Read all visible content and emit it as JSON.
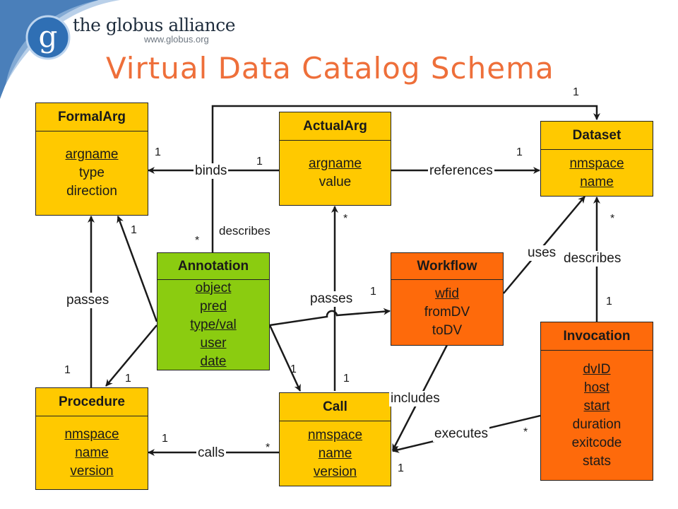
{
  "header": {
    "logo_name": "the globus alliance",
    "logo_url": "www.globus.org",
    "logo_glyph": "g",
    "title": "Virtual Data Catalog Schema"
  },
  "colors": {
    "class_yellow": "#ffc900",
    "class_green": "#8bcc10",
    "class_orange": "#fe6a0b",
    "title_orange": "#ee6f3a",
    "header_swoosh": "#4a7fba"
  },
  "classes": {
    "formalarg": {
      "name": "FormalArg",
      "attrs": [
        {
          "text": "argname",
          "key": true
        },
        {
          "text": "type",
          "key": false
        },
        {
          "text": "direction",
          "key": false
        }
      ]
    },
    "actualarg": {
      "name": "ActualArg",
      "attrs": [
        {
          "text": "argname",
          "key": true
        },
        {
          "text": "value",
          "key": false
        }
      ]
    },
    "dataset": {
      "name": "Dataset",
      "attrs": [
        {
          "text": "nmspace",
          "key": true
        },
        {
          "text": "name",
          "key": true
        }
      ]
    },
    "annotation": {
      "name": "Annotation",
      "attrs": [
        {
          "text": "object",
          "key": true
        },
        {
          "text": "pred",
          "key": true
        },
        {
          "text": "type/val",
          "key": true
        },
        {
          "text": "user",
          "key": true
        },
        {
          "text": "date",
          "key": true
        }
      ]
    },
    "workflow": {
      "name": "Workflow",
      "attrs": [
        {
          "text": "wfid",
          "key": true
        },
        {
          "text": "fromDV",
          "key": false
        },
        {
          "text": "toDV",
          "key": false
        }
      ]
    },
    "invocation": {
      "name": "Invocation",
      "attrs": [
        {
          "text": "dvID",
          "key": true
        },
        {
          "text": "host",
          "key": true
        },
        {
          "text": "start",
          "key": true
        },
        {
          "text": "duration",
          "key": false
        },
        {
          "text": "exitcode",
          "key": false
        },
        {
          "text": "stats",
          "key": false
        }
      ]
    },
    "procedure": {
      "name": "Procedure",
      "attrs": [
        {
          "text": "nmspace",
          "key": true
        },
        {
          "text": "name",
          "key": true
        },
        {
          "text": "version",
          "key": true
        }
      ]
    },
    "call": {
      "name": "Call",
      "attrs": [
        {
          "text": "nmspace",
          "key": true
        },
        {
          "text": "name",
          "key": true
        },
        {
          "text": "version",
          "key": true
        }
      ]
    }
  },
  "labels": {
    "binds": "binds",
    "references": "references",
    "describes_top": "describes",
    "passes_left": "passes",
    "passes_mid": "passes",
    "uses": "uses",
    "describes_right": "describes",
    "includes": "includes",
    "executes": "executes",
    "calls": "calls"
  },
  "multiplicities": {
    "m_dataset_top": "1",
    "m_formal_binds": "1",
    "m_actual_binds": "1",
    "m_dataset_ref": "1",
    "m_annotation_star": "*",
    "m_actual_star": "*",
    "m_dataset_star": "*",
    "m_formal_1": "1",
    "m_workflow_1": "1",
    "m_invocation_1": "1",
    "m_proc_left": "1",
    "m_proc_right": "1",
    "m_call_left": "1",
    "m_call_top": "1",
    "m_proc_calls": "1",
    "m_call_star": "*",
    "m_exec_star": "*",
    "m_call_bottom": "1"
  }
}
